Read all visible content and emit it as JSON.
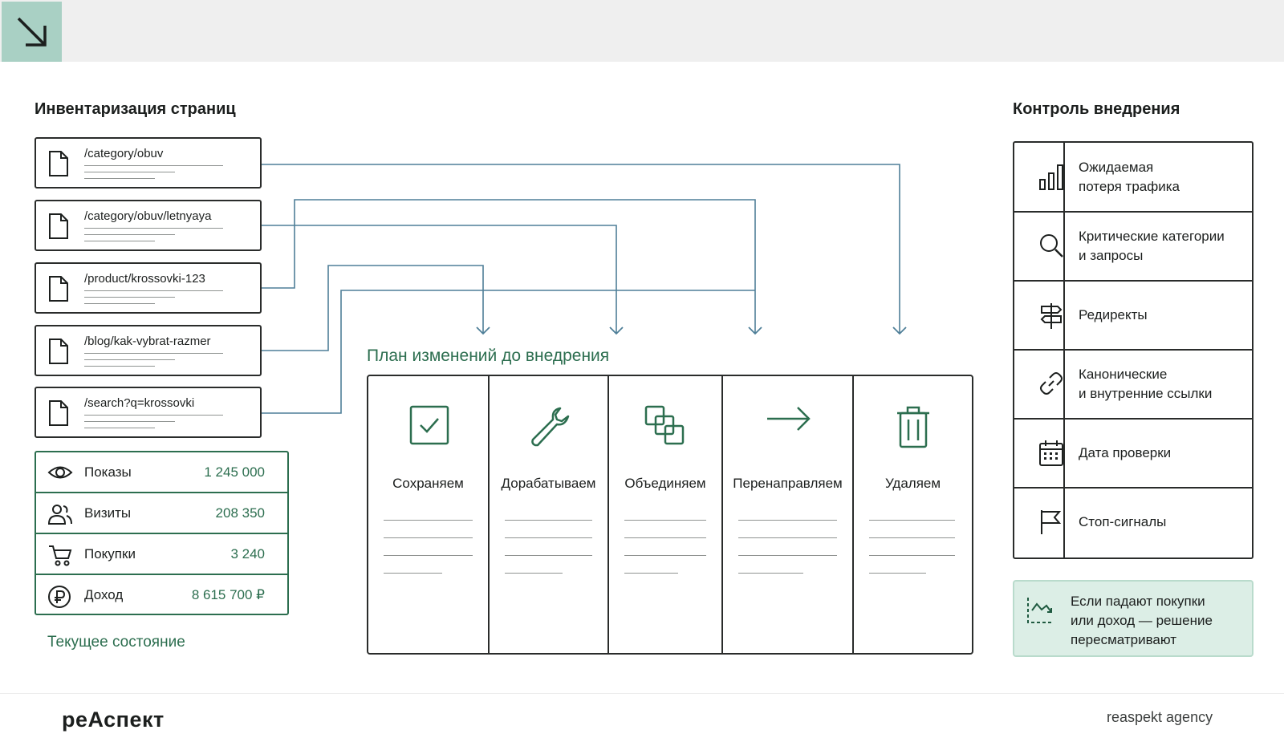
{
  "inventory": {
    "title": "Инвентаризация страниц",
    "pages": [
      {
        "path": "/category/obuv"
      },
      {
        "path": "/category/obuv/letnyaya"
      },
      {
        "path": "/product/krossovki-123"
      },
      {
        "path": "/blog/kak-vybrat-razmer"
      },
      {
        "path": "/search?q=krossovki"
      }
    ]
  },
  "metrics": [
    {
      "icon": "eye-icon",
      "label": "Показы",
      "value": "1 245 000"
    },
    {
      "icon": "users-icon",
      "label": "Визиты",
      "value": "208 350"
    },
    {
      "icon": "cart-icon",
      "label": "Покупки",
      "value": "3 240"
    },
    {
      "icon": "ruble-icon",
      "label": "Доход",
      "value": "8 615 700 ₽"
    }
  ],
  "current_state_label": "Текущее состояние",
  "plan": {
    "title": "План изменений до внедрения",
    "columns": [
      {
        "icon": "checkbox-icon",
        "label": "Сохраняем"
      },
      {
        "icon": "wrench-icon",
        "label": "Дорабатываем"
      },
      {
        "icon": "merge-icon",
        "label": "Объединяем"
      },
      {
        "icon": "arrow-right-icon",
        "label": "Перенаправляем"
      },
      {
        "icon": "trash-icon",
        "label": "Удаляем"
      }
    ]
  },
  "control": {
    "title": "Контроль внедрения",
    "items": [
      {
        "icon": "bar-chart-icon",
        "label": "Ожидаемая\nпотеря трафика"
      },
      {
        "icon": "search-icon",
        "label": "Критические категории\nи запросы"
      },
      {
        "icon": "signpost-icon",
        "label": "Редиректы"
      },
      {
        "icon": "link-icon",
        "label": "Канонические\nи внутренние ссылки"
      },
      {
        "icon": "calendar-icon",
        "label": "Дата проверки"
      },
      {
        "icon": "flag-icon",
        "label": "Стоп-сигналы"
      }
    ],
    "alert": "Если падают покупки\nили доход — решение\nпересматривают"
  },
  "footer": {
    "brand": "реАспект",
    "agency": "reaspekt agency"
  },
  "colors": {
    "accent_green": "#2c6e4f",
    "connector_blue": "#4f7f98",
    "logo_bg": "#a9d0c4",
    "alert_bg": "#dceee6"
  }
}
